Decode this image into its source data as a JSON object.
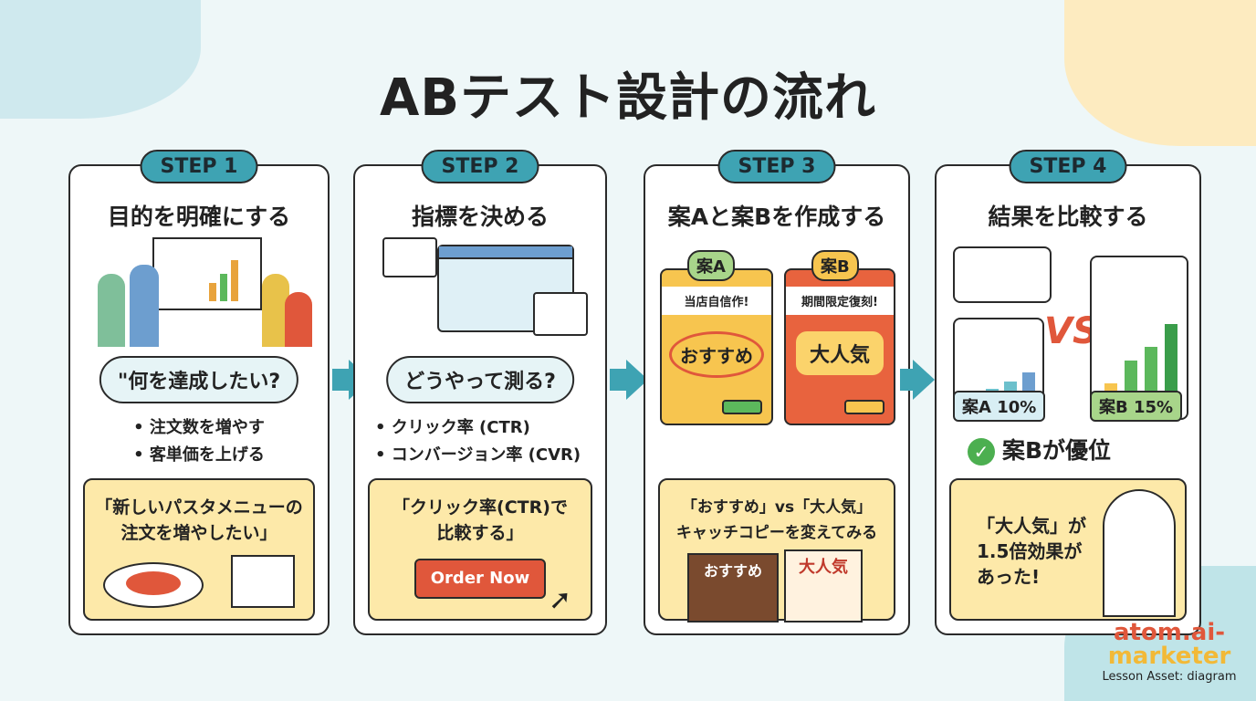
{
  "title": "ABテスト設計の流れ",
  "steps": [
    {
      "badge": "STEP 1",
      "heading": "目的を明確にする",
      "bubble": "\"何を達成したい?",
      "bullets": [
        "• 注文数を増やす",
        "• 客単価を上げる"
      ],
      "note": [
        "「新しいパスタメニューの",
        "注文を増やしたい」"
      ]
    },
    {
      "badge": "STEP 2",
      "heading": "指標を決める",
      "bubble": "どうやって測る?",
      "bullets": [
        "• クリック率 (CTR)",
        "• コンバージョン率 (CVR)"
      ],
      "note": [
        "「クリック率(CTR)で",
        "比較する」"
      ],
      "button": "Order Now"
    },
    {
      "badge": "STEP 3",
      "heading": "案Aと案Bを作成する",
      "variant_a": {
        "tag": "案A",
        "sub": "当店自信作!",
        "main": "おすすめ"
      },
      "variant_b": {
        "tag": "案B",
        "sub": "期間限定復刻!",
        "main": "大人気"
      },
      "note": [
        "「おすすめ」vs「大人気」",
        "キャッチコピーを変えてみる"
      ],
      "menu_a": "おすすめ",
      "menu_b": "大人気"
    },
    {
      "badge": "STEP 4",
      "heading": "結果を比較する",
      "label_a": "案A 10%",
      "label_b": "案B 15%",
      "vs": "VS",
      "result": "案Bが優位",
      "note": [
        "「大人気」が",
        "1.5倍効果が",
        "あった!"
      ]
    }
  ],
  "brand": {
    "line1": "atom.ai-",
    "line2": "marketer",
    "caption": "Lesson Asset: diagram"
  },
  "colors": {
    "teal": "#3ea3b3",
    "yellow": "#fde9a9",
    "red": "#e0573b",
    "green": "#5cb85c"
  }
}
